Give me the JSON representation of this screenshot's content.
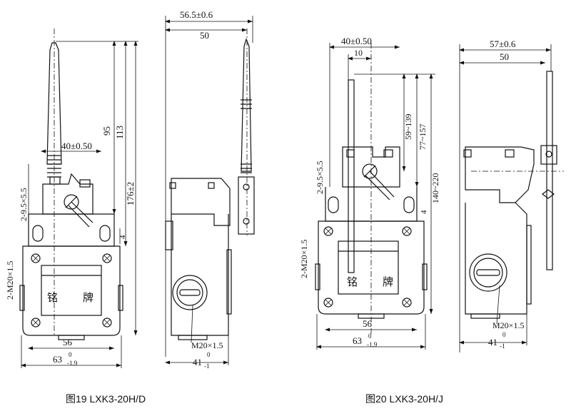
{
  "figures": [
    {
      "caption": "图19  LXK3-20H/D",
      "front_view": {
        "dims": [
          "40±0.50",
          "95",
          "113",
          "176±2",
          "4",
          "56",
          "63",
          "-1.9",
          "0",
          "2-9.5×5.5",
          "2-M20×1.5"
        ],
        "nameplate": [
          "铭",
          "牌"
        ]
      },
      "side_view": {
        "dims": [
          "56.5±0.6",
          "50",
          "M20×1.5",
          "41",
          "-1",
          "0"
        ]
      }
    },
    {
      "caption": "图20  LXK3-20H/J",
      "front_view": {
        "dims": [
          "40±0.50",
          "10",
          "59~139",
          "77~157",
          "140~220",
          "4",
          "56",
          "63",
          "-1.9",
          "0",
          "2-9.5×5.5",
          "2-M20×1.5"
        ],
        "nameplate": [
          "铭",
          "牌"
        ]
      },
      "side_view": {
        "dims": [
          "57±0.6",
          "50",
          "M20×1.5",
          "41",
          "-1",
          "0"
        ]
      }
    }
  ]
}
